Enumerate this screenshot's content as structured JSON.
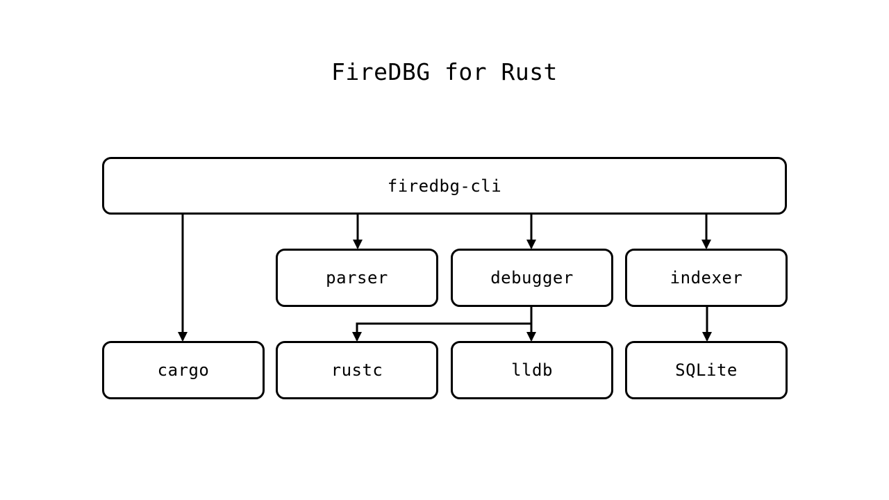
{
  "title": "FireDBG for Rust",
  "nodes": {
    "firedbg_cli": "firedbg-cli",
    "parser": "parser",
    "debugger": "debugger",
    "indexer": "indexer",
    "cargo": "cargo",
    "rustc": "rustc",
    "lldb": "lldb",
    "sqlite": "SQLite"
  },
  "edges": [
    {
      "from": "firedbg-cli",
      "to": "cargo"
    },
    {
      "from": "firedbg-cli",
      "to": "parser"
    },
    {
      "from": "firedbg-cli",
      "to": "debugger"
    },
    {
      "from": "firedbg-cli",
      "to": "indexer"
    },
    {
      "from": "debugger",
      "to": "rustc"
    },
    {
      "from": "debugger",
      "to": "lldb"
    },
    {
      "from": "indexer",
      "to": "SQLite"
    }
  ],
  "colors": {
    "stroke": "#000000",
    "background": "#ffffff"
  }
}
